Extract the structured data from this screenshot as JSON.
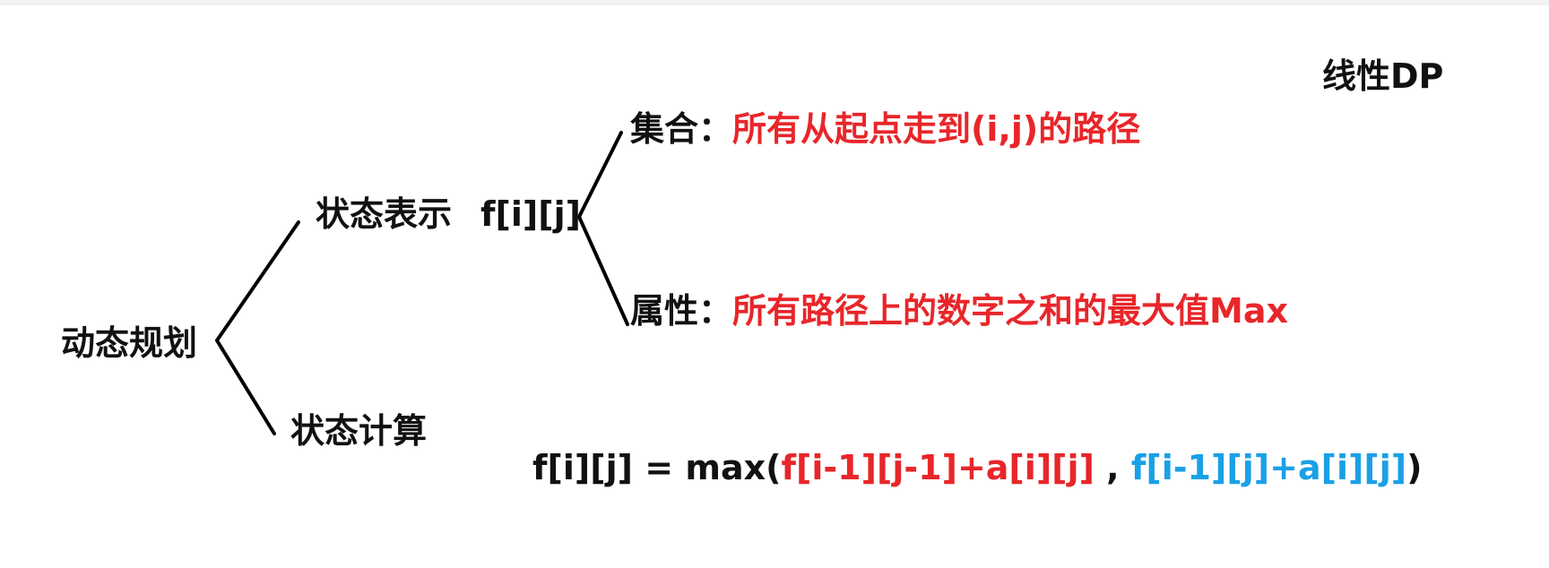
{
  "title": "线性DP",
  "root": "动态规划",
  "state_repr": {
    "label": "状态表示",
    "expr": "f[i][j]"
  },
  "set_row": {
    "label": "集合：",
    "desc": "所有从起点走到(i,j)的路径"
  },
  "attr_row": {
    "label": "属性：",
    "desc": "所有路径上的数字之和的最大值Max"
  },
  "state_calc": {
    "label": "状态计算"
  },
  "formula": {
    "lhs": "f[i][j] = max(",
    "term1": "f[i-1][j-1]+a[i][j]",
    "sep": " , ",
    "term2": "f[i-1][j]+a[i][j]",
    "close": ")"
  },
  "colors": {
    "text": "#111111",
    "red": "#e8262a",
    "blue": "#1aa0e6",
    "line": "#000000"
  }
}
